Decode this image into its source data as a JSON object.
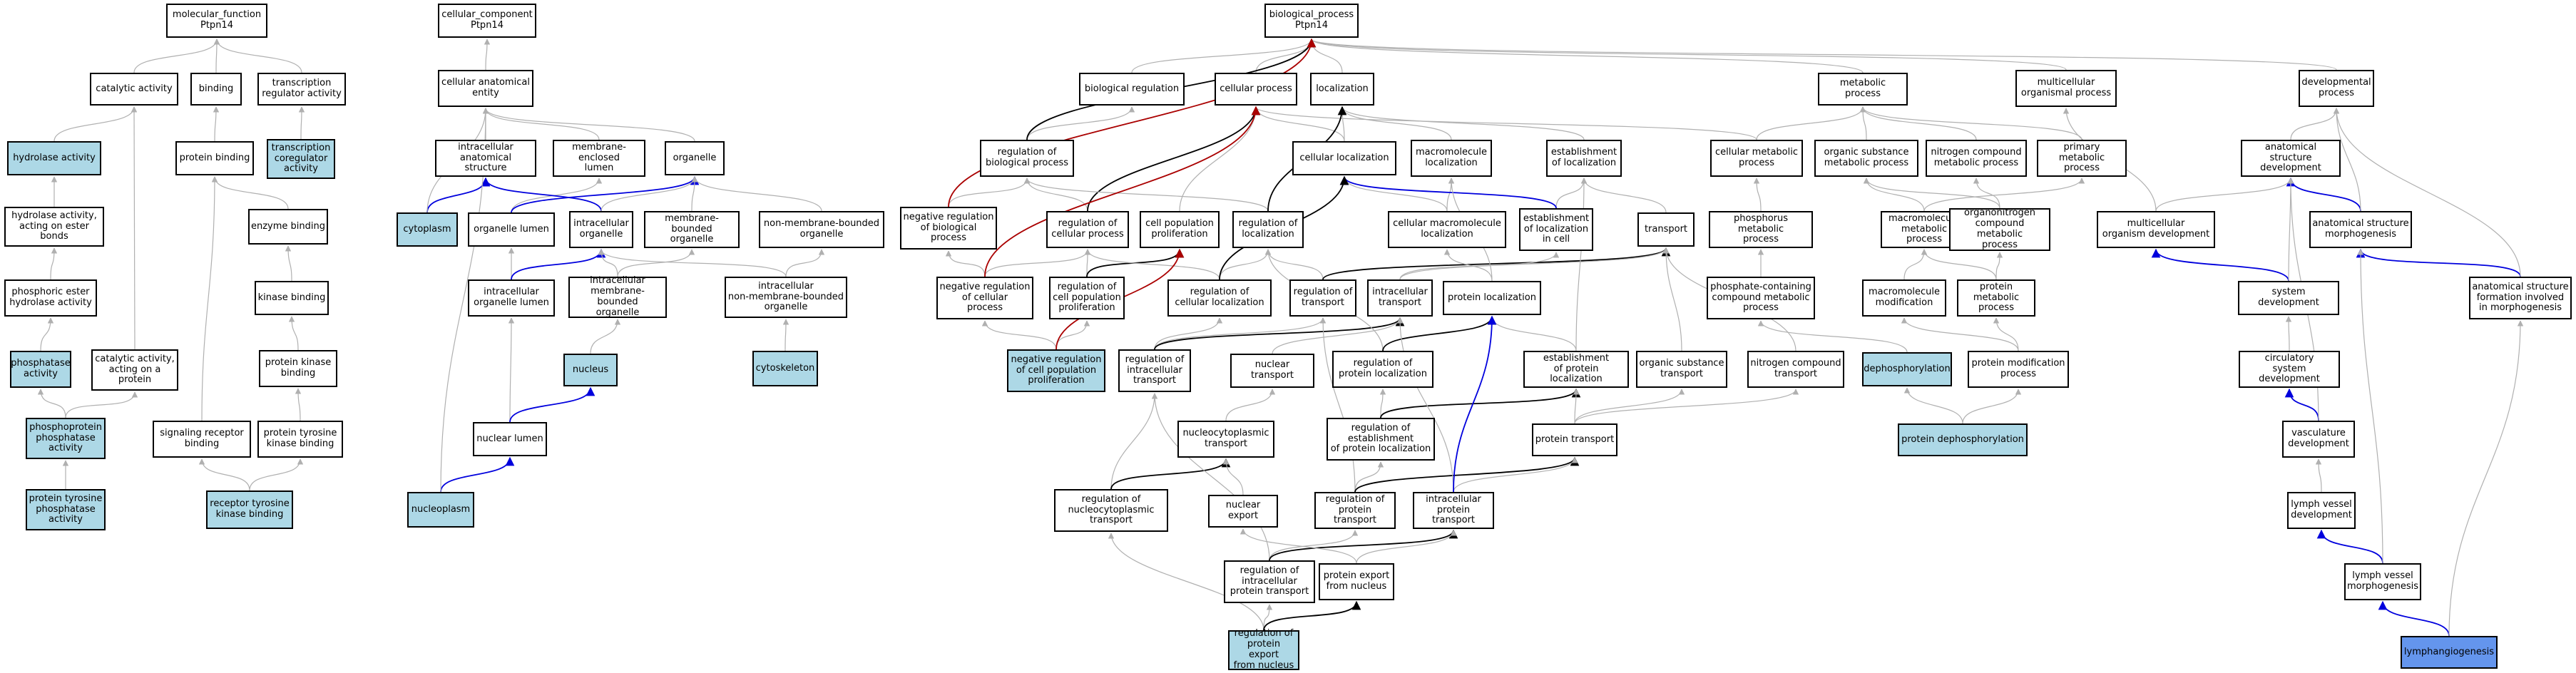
{
  "colors": {
    "default_edge": "#b0b0b0",
    "positive": "#000000",
    "negative": "#aa0000",
    "part_of": "#0000dd",
    "highlight": "#add8e6",
    "focus": "#6495ed"
  },
  "nodes": [
    {
      "id": "mf",
      "label": "molecular_function\nPtpn14"
    },
    {
      "id": "cat",
      "label": "catalytic activity"
    },
    {
      "id": "bind",
      "label": "binding"
    },
    {
      "id": "trra",
      "label": "transcription\nregulator activity"
    },
    {
      "id": "hyd",
      "label": "hydrolase activity"
    },
    {
      "id": "tcra",
      "label": "transcription\ncoregulator\nactivity"
    },
    {
      "id": "pbind",
      "label": "protein binding"
    },
    {
      "id": "hydest",
      "label": "hydrolase activity,\nacting on ester\nbonds"
    },
    {
      "id": "enzb",
      "label": "enzyme binding"
    },
    {
      "id": "phest",
      "label": "phosphoric ester\nhydrolase activity"
    },
    {
      "id": "kinb",
      "label": "kinase binding"
    },
    {
      "id": "phos",
      "label": "phosphatase\nactivity"
    },
    {
      "id": "catprot",
      "label": "catalytic activity,\nacting on a\nprotein"
    },
    {
      "id": "pkb",
      "label": "protein kinase\nbinding"
    },
    {
      "id": "pppa",
      "label": "phosphoprotein\nphosphatase\nactivity"
    },
    {
      "id": "srb",
      "label": "signaling receptor\nbinding"
    },
    {
      "id": "ptkb",
      "label": "protein tyrosine\nkinase binding"
    },
    {
      "id": "ptpa",
      "label": "protein tyrosine\nphosphatase\nactivity"
    },
    {
      "id": "rtkb",
      "label": "receptor tyrosine\nkinase binding"
    },
    {
      "id": "cc",
      "label": "cellular_component\nPtpn14"
    },
    {
      "id": "cae",
      "label": "cellular anatomical\nentity"
    },
    {
      "id": "ias",
      "label": "intracellular\nanatomical structure"
    },
    {
      "id": "mel",
      "label": "membrane-enclosed\nlumen"
    },
    {
      "id": "org",
      "label": "organelle"
    },
    {
      "id": "cyto",
      "label": "cytoplasm"
    },
    {
      "id": "orgl",
      "label": "organelle lumen"
    },
    {
      "id": "io",
      "label": "intracellular\norganelle"
    },
    {
      "id": "mbo",
      "label": "membrane-bounded\norganelle"
    },
    {
      "id": "nmbo",
      "label": "non-membrane-bounded\norganelle"
    },
    {
      "id": "iol",
      "label": "intracellular\norganelle lumen"
    },
    {
      "id": "imbo",
      "label": "intracellular\nmembrane-bounded\norganelle"
    },
    {
      "id": "inmbo",
      "label": "intracellular\nnon-membrane-bounded\norganelle"
    },
    {
      "id": "nuc",
      "label": "nucleus"
    },
    {
      "id": "cytsk",
      "label": "cytoskeleton"
    },
    {
      "id": "nlum",
      "label": "nuclear lumen"
    },
    {
      "id": "nplasm",
      "label": "nucleoplasm"
    },
    {
      "id": "bp",
      "label": "biological_process\nPtpn14"
    },
    {
      "id": "breg",
      "label": "biological regulation"
    },
    {
      "id": "cproc",
      "label": "cellular process"
    },
    {
      "id": "loc",
      "label": "localization"
    },
    {
      "id": "mproc",
      "label": "metabolic process"
    },
    {
      "id": "mop",
      "label": "multicellular\norganismal process"
    },
    {
      "id": "dev",
      "label": "developmental\nprocess"
    },
    {
      "id": "rbp",
      "label": "regulation of\nbiological process"
    },
    {
      "id": "cloc",
      "label": "cellular localization"
    },
    {
      "id": "mloc",
      "label": "macromolecule\nlocalization"
    },
    {
      "id": "estloc",
      "label": "establishment\nof localization"
    },
    {
      "id": "cmp",
      "label": "cellular metabolic\nprocess"
    },
    {
      "id": "osmp",
      "label": "organic substance\nmetabolic process"
    },
    {
      "id": "ncmp",
      "label": "nitrogen compound\nmetabolic process"
    },
    {
      "id": "pmp",
      "label": "primary metabolic\nprocess"
    },
    {
      "id": "asd",
      "label": "anatomical structure\ndevelopment"
    },
    {
      "id": "nrbp",
      "label": "negative regulation\nof biological\nprocess"
    },
    {
      "id": "rcp",
      "label": "regulation of\ncellular process"
    },
    {
      "id": "cpp",
      "label": "cell population\nproliferation"
    },
    {
      "id": "rloc",
      "label": "regulation of\nlocalization"
    },
    {
      "id": "cml",
      "label": "cellular macromolecule\nlocalization"
    },
    {
      "id": "elic",
      "label": "establishment\nof localization\nin cell"
    },
    {
      "id": "trans",
      "label": "transport"
    },
    {
      "id": "phmp",
      "label": "phosphorus metabolic\nprocess"
    },
    {
      "id": "macmp",
      "label": "macromolecule\nmetabolic process"
    },
    {
      "id": "oncmp",
      "label": "organonitrogen\ncompound metabolic\nprocess"
    },
    {
      "id": "mod",
      "label": "multicellular\norganism development"
    },
    {
      "id": "asm",
      "label": "anatomical structure\nmorphogenesis"
    },
    {
      "id": "nrcp",
      "label": "negative regulation\nof cellular\nprocess"
    },
    {
      "id": "rcpp",
      "label": "regulation of\ncell population\nproliferation"
    },
    {
      "id": "rcl",
      "label": "regulation of\ncellular localization"
    },
    {
      "id": "rtr",
      "label": "regulation of\ntransport"
    },
    {
      "id": "itr",
      "label": "intracellular\ntransport"
    },
    {
      "id": "ploc",
      "label": "protein localization"
    },
    {
      "id": "pccmp",
      "label": "phosphate-containing\ncompound metabolic\nprocess"
    },
    {
      "id": "mmod",
      "label": "macromolecule\nmodification"
    },
    {
      "id": "prmp",
      "label": "protein metabolic\nprocess"
    },
    {
      "id": "sysdev",
      "label": "system development"
    },
    {
      "id": "asfm",
      "label": "anatomical structure\nformation involved\nin morphogenesis"
    },
    {
      "id": "nrcpp",
      "label": "negative regulation\nof cell population\nproliferation"
    },
    {
      "id": "rit",
      "label": "regulation of\nintracellular\ntransport"
    },
    {
      "id": "ntr",
      "label": "nuclear transport"
    },
    {
      "id": "rpl",
      "label": "regulation of\nprotein localization"
    },
    {
      "id": "epl",
      "label": "establishment\nof protein localization"
    },
    {
      "id": "ostr",
      "label": "organic substance\ntransport"
    },
    {
      "id": "nctr",
      "label": "nitrogen compound\ntransport"
    },
    {
      "id": "dephos",
      "label": "dephosphorylation"
    },
    {
      "id": "pmodp",
      "label": "protein modification\nprocess"
    },
    {
      "id": "csd",
      "label": "circulatory\nsystem development"
    },
    {
      "id": "nctrans",
      "label": "nucleocytoplasmic\ntransport"
    },
    {
      "id": "repl",
      "label": "regulation of\nestablishment\nof protein localization"
    },
    {
      "id": "ptr",
      "label": "protein transport"
    },
    {
      "id": "pdephos",
      "label": "protein dephosphorylation"
    },
    {
      "id": "vdev",
      "label": "vasculature\ndevelopment"
    },
    {
      "id": "rnct",
      "label": "regulation of\nnucleocytoplasmic\ntransport"
    },
    {
      "id": "nexp",
      "label": "nuclear export"
    },
    {
      "id": "rpt",
      "label": "regulation of\nprotein transport"
    },
    {
      "id": "ipt",
      "label": "intracellular\nprotein transport"
    },
    {
      "id": "lvd",
      "label": "lymph vessel\ndevelopment"
    },
    {
      "id": "ript",
      "label": "regulation of\nintracellular\nprotein transport"
    },
    {
      "id": "pefn",
      "label": "protein export\nfrom nucleus"
    },
    {
      "id": "lvm",
      "label": "lymph vessel\nmorphogenesis"
    },
    {
      "id": "rpefn",
      "label": "regulation of\nprotein export\nfrom nucleus"
    },
    {
      "id": "lymph",
      "label": "lymphangiogenesis"
    }
  ]
}
